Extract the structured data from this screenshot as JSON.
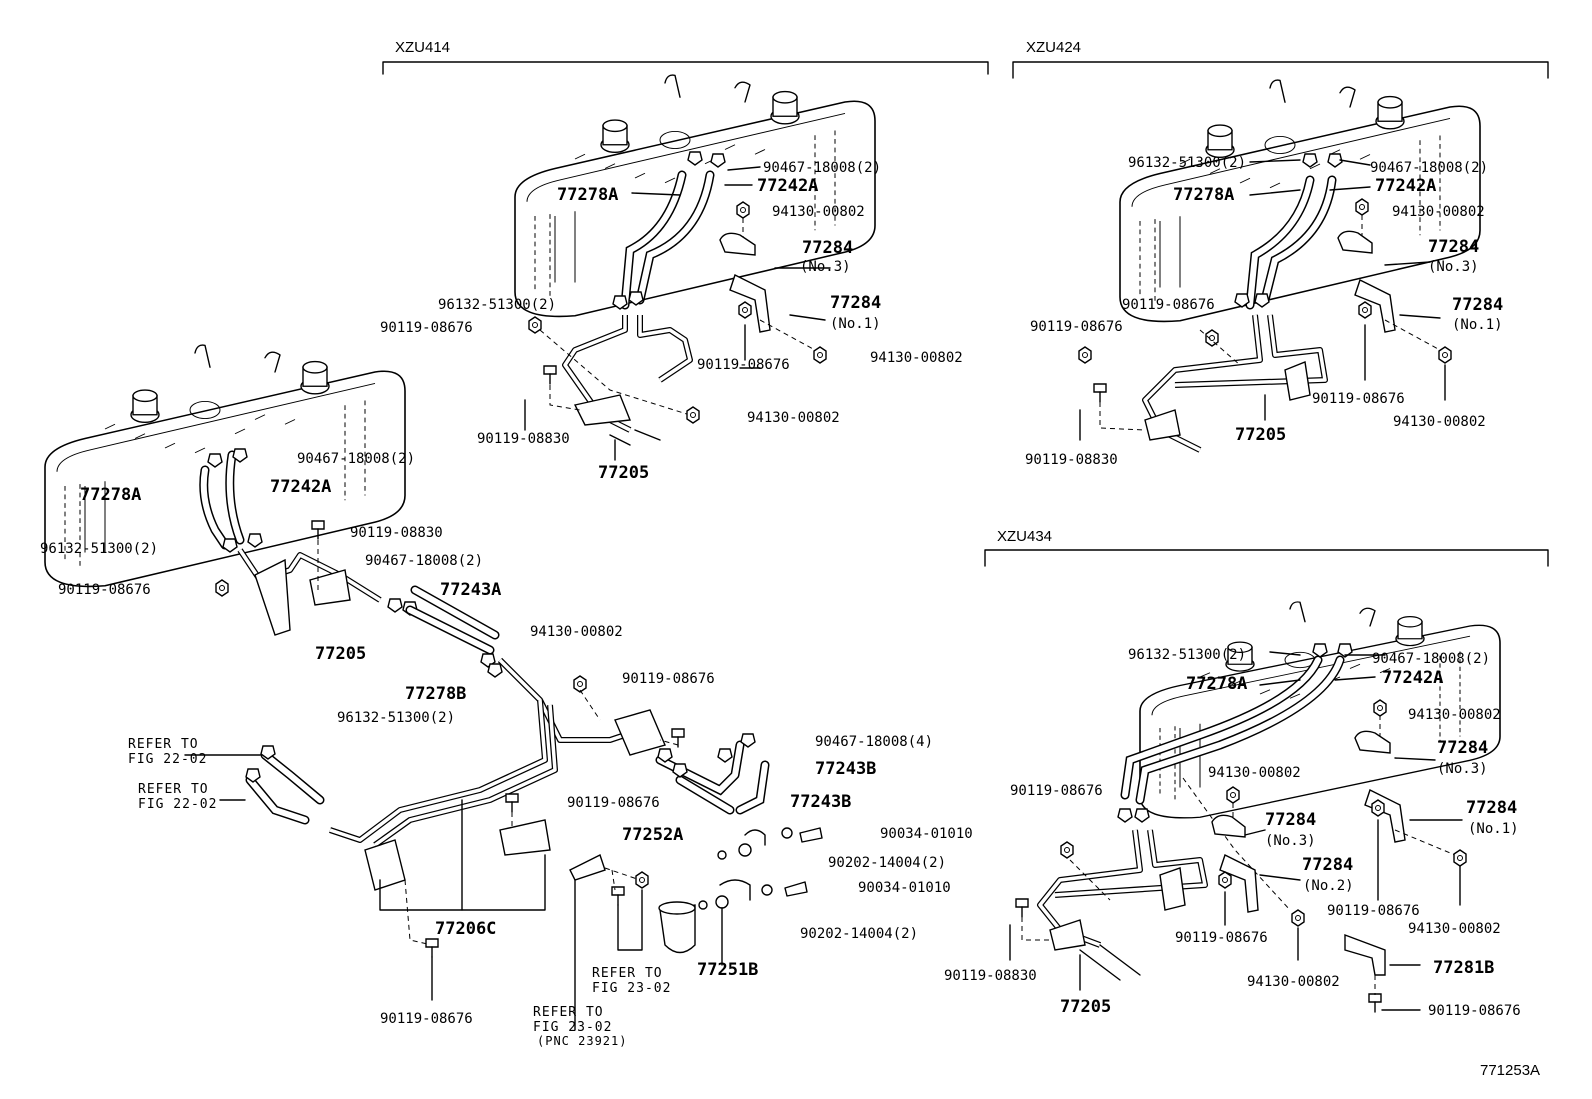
{
  "sections": {
    "xzu414": "XZU414",
    "xzu424": "XZU424",
    "xzu434": "XZU434"
  },
  "drawing_number": "771253A",
  "labels": {
    "main": {
      "p90467_a": "90467-18008(2)",
      "p77278a": "77278A",
      "p77242a": "77242A",
      "p90119_08830": "90119-08830",
      "p96132_a": "96132-51300(2)",
      "p90119_08676_a": "90119-08676",
      "p90467_b": "90467-18008(2)",
      "p77243a": "77243A",
      "p77205": "77205",
      "p77278b": "77278B",
      "p96132_b": "96132-51300(2)",
      "p94130": "94130-00802",
      "p90119_08676_b": "90119-08676",
      "p90467_c": "90467-18008(4)",
      "p77243b_a": "77243B",
      "p77243b_b": "77243B",
      "p90119_08676_c": "90119-08676",
      "p77252a": "77252A",
      "p90034_a": "90034-01010",
      "p90202_a": "90202-14004(2)",
      "p90034_b": "90034-01010",
      "p90202_b": "90202-14004(2)",
      "p77206c": "77206C",
      "p77251b": "77251B",
      "p90119_08676_d": "90119-08676",
      "refer_a": [
        "REFER TO",
        "FIG 22-02"
      ],
      "refer_b": [
        "REFER TO",
        "FIG 22-02"
      ],
      "refer_c": [
        "REFER TO",
        "FIG 23-02"
      ],
      "refer_d": [
        "REFER TO",
        "FIG 23-02",
        "(PNC 23921)"
      ]
    },
    "xzu414": {
      "p90467": "90467-18008(2)",
      "p77278a": "77278A",
      "p77242a": "77242A",
      "p94130_a": "94130-00802",
      "p77284_a": "77284",
      "p77284_a_no": "(No.3)",
      "p96132": "96132-51300(2)",
      "p77284_b": "77284",
      "p77284_b_no": "(No.1)",
      "p90119_a": "90119-08676",
      "p90119_b": "90119-08676",
      "p94130_b": "94130-00802",
      "p94130_c": "94130-00802",
      "p90119_08830": "90119-08830",
      "p77205": "77205"
    },
    "xzu424": {
      "p96132": "96132-51300(2)",
      "p90467": "90467-18008(2)",
      "p77278a": "77278A",
      "p77242a": "77242A",
      "p94130_a": "94130-00802",
      "p77284_a": "77284",
      "p77284_a_no": "(No.3)",
      "p90119_a": "90119-08676",
      "p77284_b": "77284",
      "p77284_b_no": "(No.1)",
      "p90119_b": "90119-08676",
      "p90119_c": "90119-08676",
      "p77205": "77205",
      "p94130_b": "94130-00802",
      "p90119_08830": "90119-08830"
    },
    "xzu434": {
      "p96132": "96132-51300(2)",
      "p90467": "90467-18008(2)",
      "p77278a": "77278A",
      "p77242a": "77242A",
      "p94130_a": "94130-00802",
      "p77284_a": "77284",
      "p77284_a_no": "(No.3)",
      "p94130_b": "94130-00802",
      "p90119_a": "90119-08676",
      "p77284_b": "77284",
      "p77284_b_no": "(No.3)",
      "p77284_c": "77284",
      "p77284_c_no": "(No.1)",
      "p77284_d": "77284",
      "p77284_d_no": "(No.2)",
      "p90119_b": "90119-08676",
      "p94130_c": "94130-00802",
      "p90119_c": "90119-08676",
      "p94130_d": "94130-00802",
      "p90119_08830": "90119-08830",
      "p77205": "77205",
      "p77281b": "77281B",
      "p90119_d": "90119-08676"
    }
  }
}
